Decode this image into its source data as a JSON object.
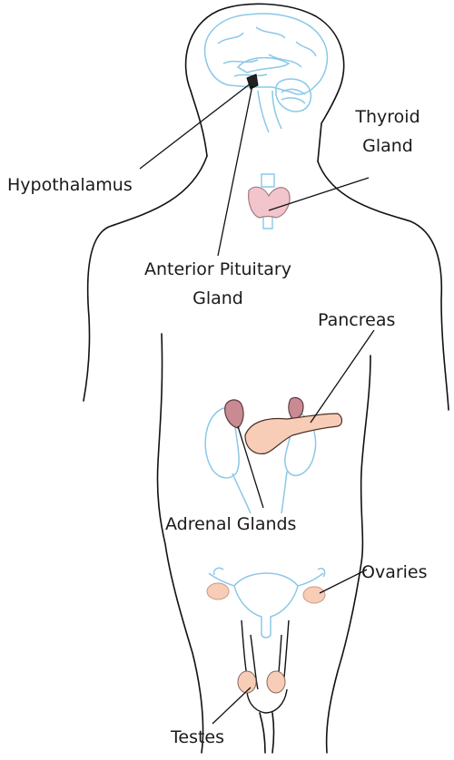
{
  "labels": {
    "hypothalamus": "Hypothalamus",
    "thyroid_line1": "Thyroid",
    "thyroid_line2": "Gland",
    "pituitary_line1": "Anterior Pituitary",
    "pituitary_line2": "Gland",
    "pancreas": "Pancreas",
    "adrenal": "Adrenal Glands",
    "ovaries": "Ovaries",
    "testes": "Testes"
  },
  "colors": {
    "outline": "#111111",
    "organ_outline": "#8ac8e8",
    "thyroid": "#f2c4cc",
    "pancreas": "#f7cdb7",
    "adrenal": "#c98a92",
    "gonad": "#f7cdb7"
  }
}
